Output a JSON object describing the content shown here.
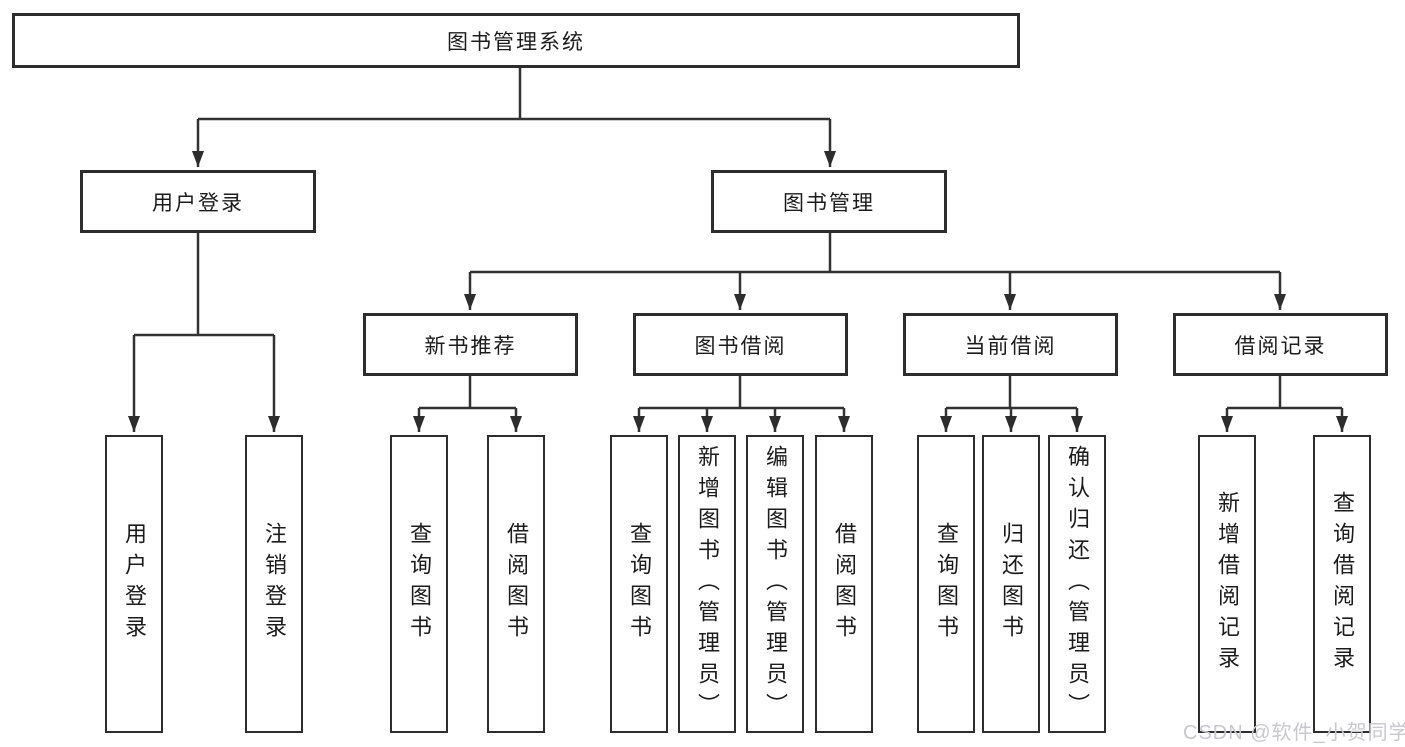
{
  "canvas": {
    "background": "#ffffff",
    "line_color": "#333333",
    "box_border_color": "#2d2d2d",
    "text_color": "#1c1c1c"
  },
  "tree": {
    "root": "图书管理系统",
    "branches": [
      {
        "label": "用户登录",
        "children": [
          "用户登录",
          "注销登录"
        ]
      },
      {
        "label": "图书管理",
        "groups": [
          {
            "label": "新书推荐",
            "children": [
              "查询图书",
              "借阅图书"
            ]
          },
          {
            "label": "图书借阅",
            "children": [
              "查询图书",
              "新增图书（管理员）",
              "编辑图书（管理员）",
              "借阅图书"
            ]
          },
          {
            "label": "当前借阅",
            "children": [
              "查询图书",
              "归还图书",
              "确认归还（管理员）"
            ]
          },
          {
            "label": "借阅记录",
            "children": [
              "新增借阅记录",
              "查询借阅记录"
            ]
          }
        ]
      }
    ]
  },
  "watermark": {
    "text": "CSDN @软件_小贺同学",
    "color": "#c8c8cd"
  }
}
